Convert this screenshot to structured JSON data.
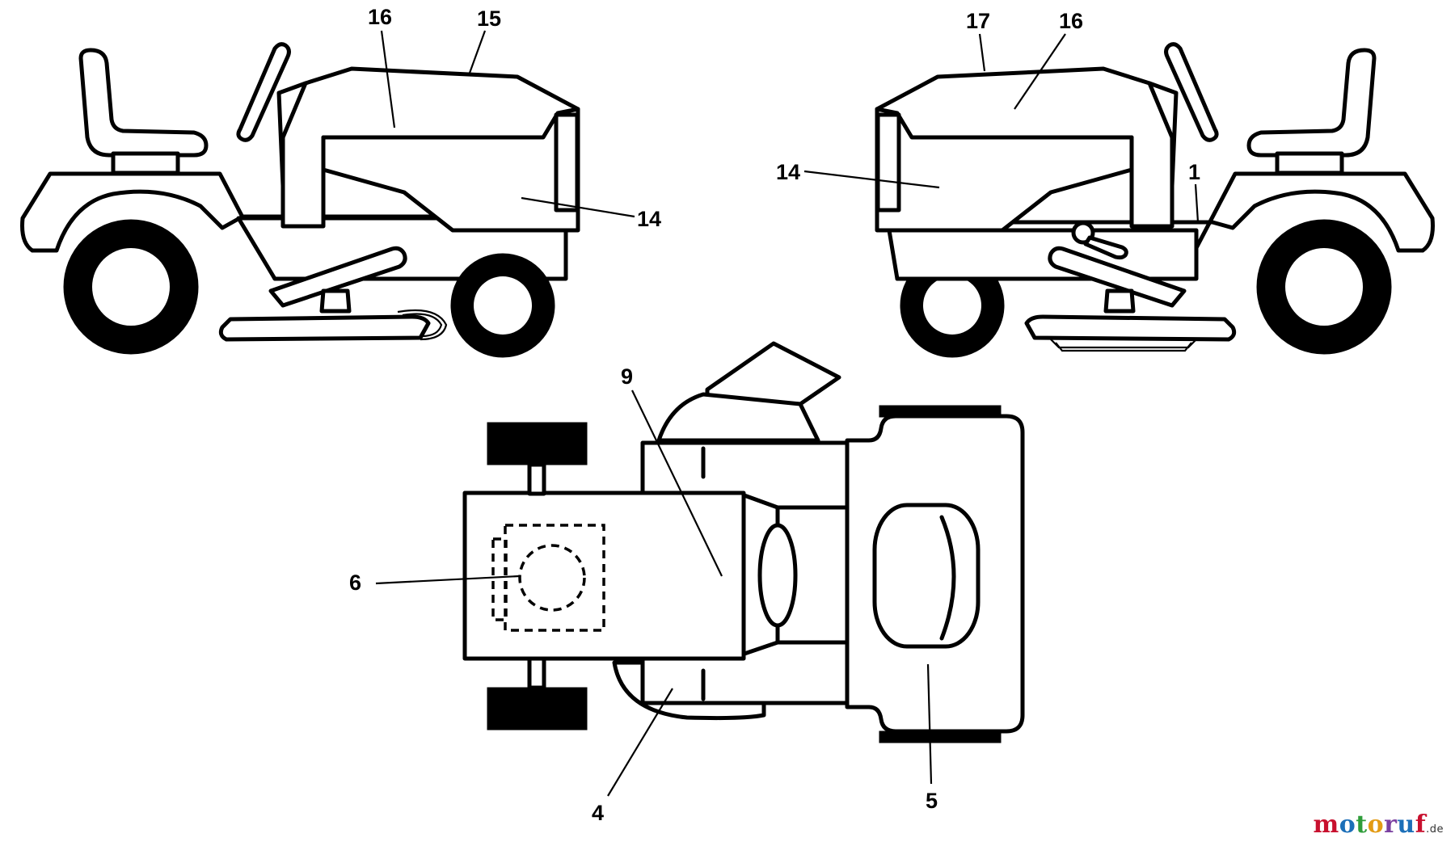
{
  "diagram": {
    "callouts": {
      "left_16": "16",
      "left_15": "15",
      "left_14": "14",
      "right_17": "17",
      "right_16": "16",
      "right_14": "14",
      "right_1": "1",
      "top_9": "9",
      "top_6": "6",
      "top_4": "4",
      "top_5": "5"
    }
  },
  "watermark": {
    "letters": [
      "m",
      "o",
      "t",
      "o",
      "r",
      "u",
      "f"
    ],
    "tld": ".de"
  }
}
